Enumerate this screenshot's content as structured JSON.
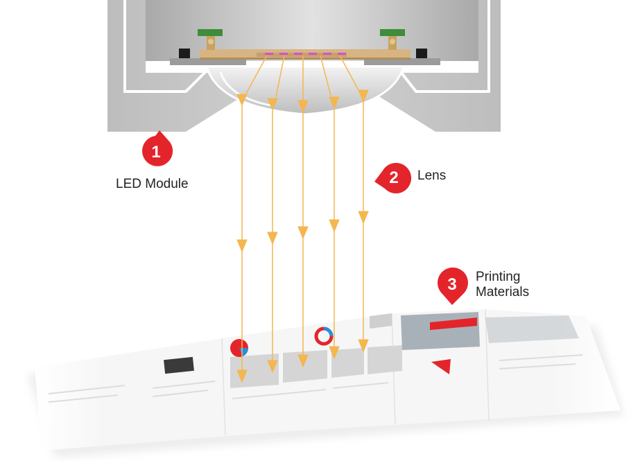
{
  "callouts": [
    {
      "number": "1",
      "label": "LED Module"
    },
    {
      "number": "2",
      "label": "Lens"
    },
    {
      "number": "3",
      "label": "Printing\nMaterials"
    }
  ],
  "colors": {
    "callout_red": "#e4242b",
    "beam_orange": "#f4b650",
    "housing_gray": "#c9c9c9",
    "pcb_tan": "#d8b483",
    "led_magenta": "#d24fd2",
    "pcb_green": "#3f8c3a"
  },
  "icons": {
    "beam_arrow": "arrow-down-icon",
    "callout_marker": "map-pin-icon"
  },
  "beams": {
    "count": 5
  }
}
